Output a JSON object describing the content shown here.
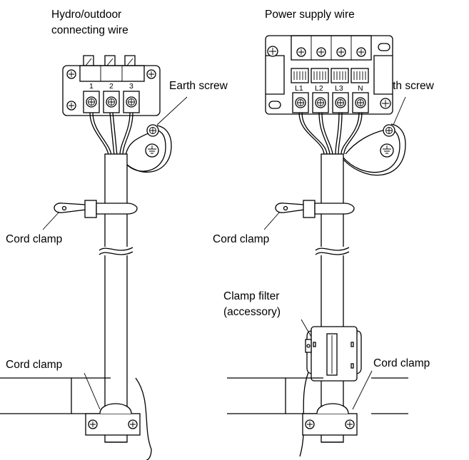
{
  "left": {
    "title_line1": "Hydro/outdoor",
    "title_line2": "connecting wire",
    "earth_label": "Earth screw",
    "clamp_label_upper": "Cord clamp",
    "clamp_label_lower": "Cord clamp",
    "terminals": [
      "1",
      "2",
      "3"
    ]
  },
  "right": {
    "title": "Power supply wire",
    "earth_label": "Earth screw",
    "clamp_label_upper": "Cord clamp",
    "filter_line1": "Clamp filter",
    "filter_line2": "(accessory)",
    "clamp_label_lower": "Cord clamp",
    "terminals": [
      "L1",
      "L2",
      "L3",
      "N"
    ]
  }
}
